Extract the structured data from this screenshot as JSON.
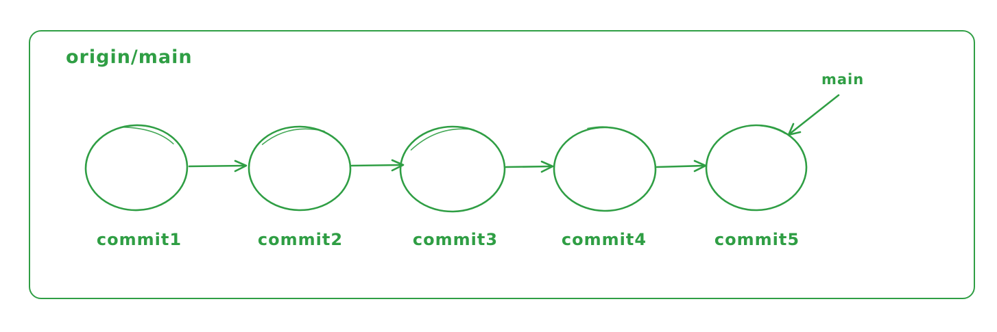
{
  "canvas": {
    "background_color": "#ffffff",
    "stroke_color": "#2f9e44"
  },
  "diagram": {
    "type": "git-commit-graph",
    "branch_label": "origin/main",
    "head_pointer_label": "main",
    "commits": [
      {
        "label": "commit1"
      },
      {
        "label": "commit2"
      },
      {
        "label": "commit3"
      },
      {
        "label": "commit4"
      },
      {
        "label": "commit5"
      }
    ]
  }
}
